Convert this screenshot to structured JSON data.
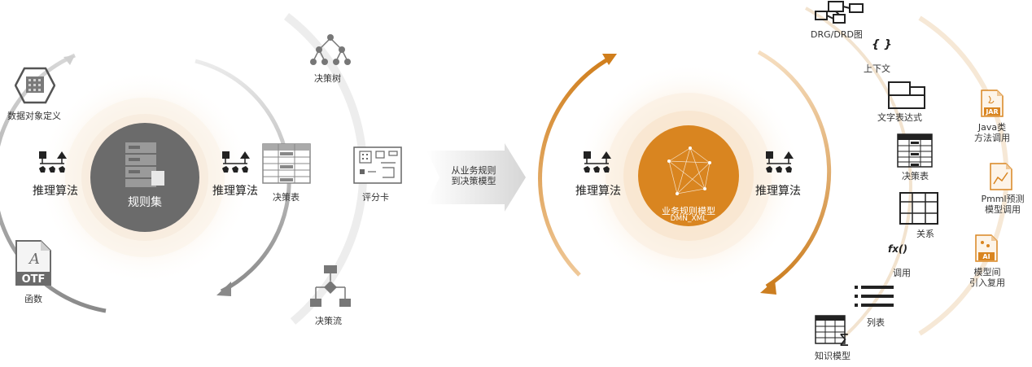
{
  "left": {
    "center_label": "规则集",
    "algo_left": "推理算法",
    "algo_right": "推理算法",
    "items": {
      "data_object": "数据对象定义",
      "function": "函数",
      "decision_tree": "决策树",
      "decision_table": "决策表",
      "scorecard": "评分卡",
      "decision_flow": "决策流"
    }
  },
  "arrow_text": [
    "从业务规则",
    "到决策模型"
  ],
  "right": {
    "center_line1": "业务规则模型",
    "center_line2": "DMN_XML",
    "algo_left": "推理算法",
    "algo_right": "推理算法",
    "items": {
      "drg": "DRG/DRD图",
      "context_glyph": "{ }",
      "context": "上下文",
      "literal": "文字表达式",
      "decision_table": "决策表",
      "relation": "关系",
      "fx_glyph": "fx()",
      "invocation": "调用",
      "list": "列表",
      "bkm": "知识模型",
      "java_l1": "Java类",
      "java_l2": "方法调用",
      "pmml_l1": "Pmml预测",
      "pmml_l2": "模型调用",
      "model_l1": "模型间",
      "model_l2": "引入复用",
      "jar_tag": "JAR",
      "ai_tag": "AI",
      "otf_tag": "OTF"
    }
  },
  "colors": {
    "gray_center": "#6b6b6b",
    "orange_center": "#d98520",
    "orange_arc": "#c8862e",
    "gray_arc": "#9a9a9a",
    "icon_dark": "#2b2b2b"
  }
}
